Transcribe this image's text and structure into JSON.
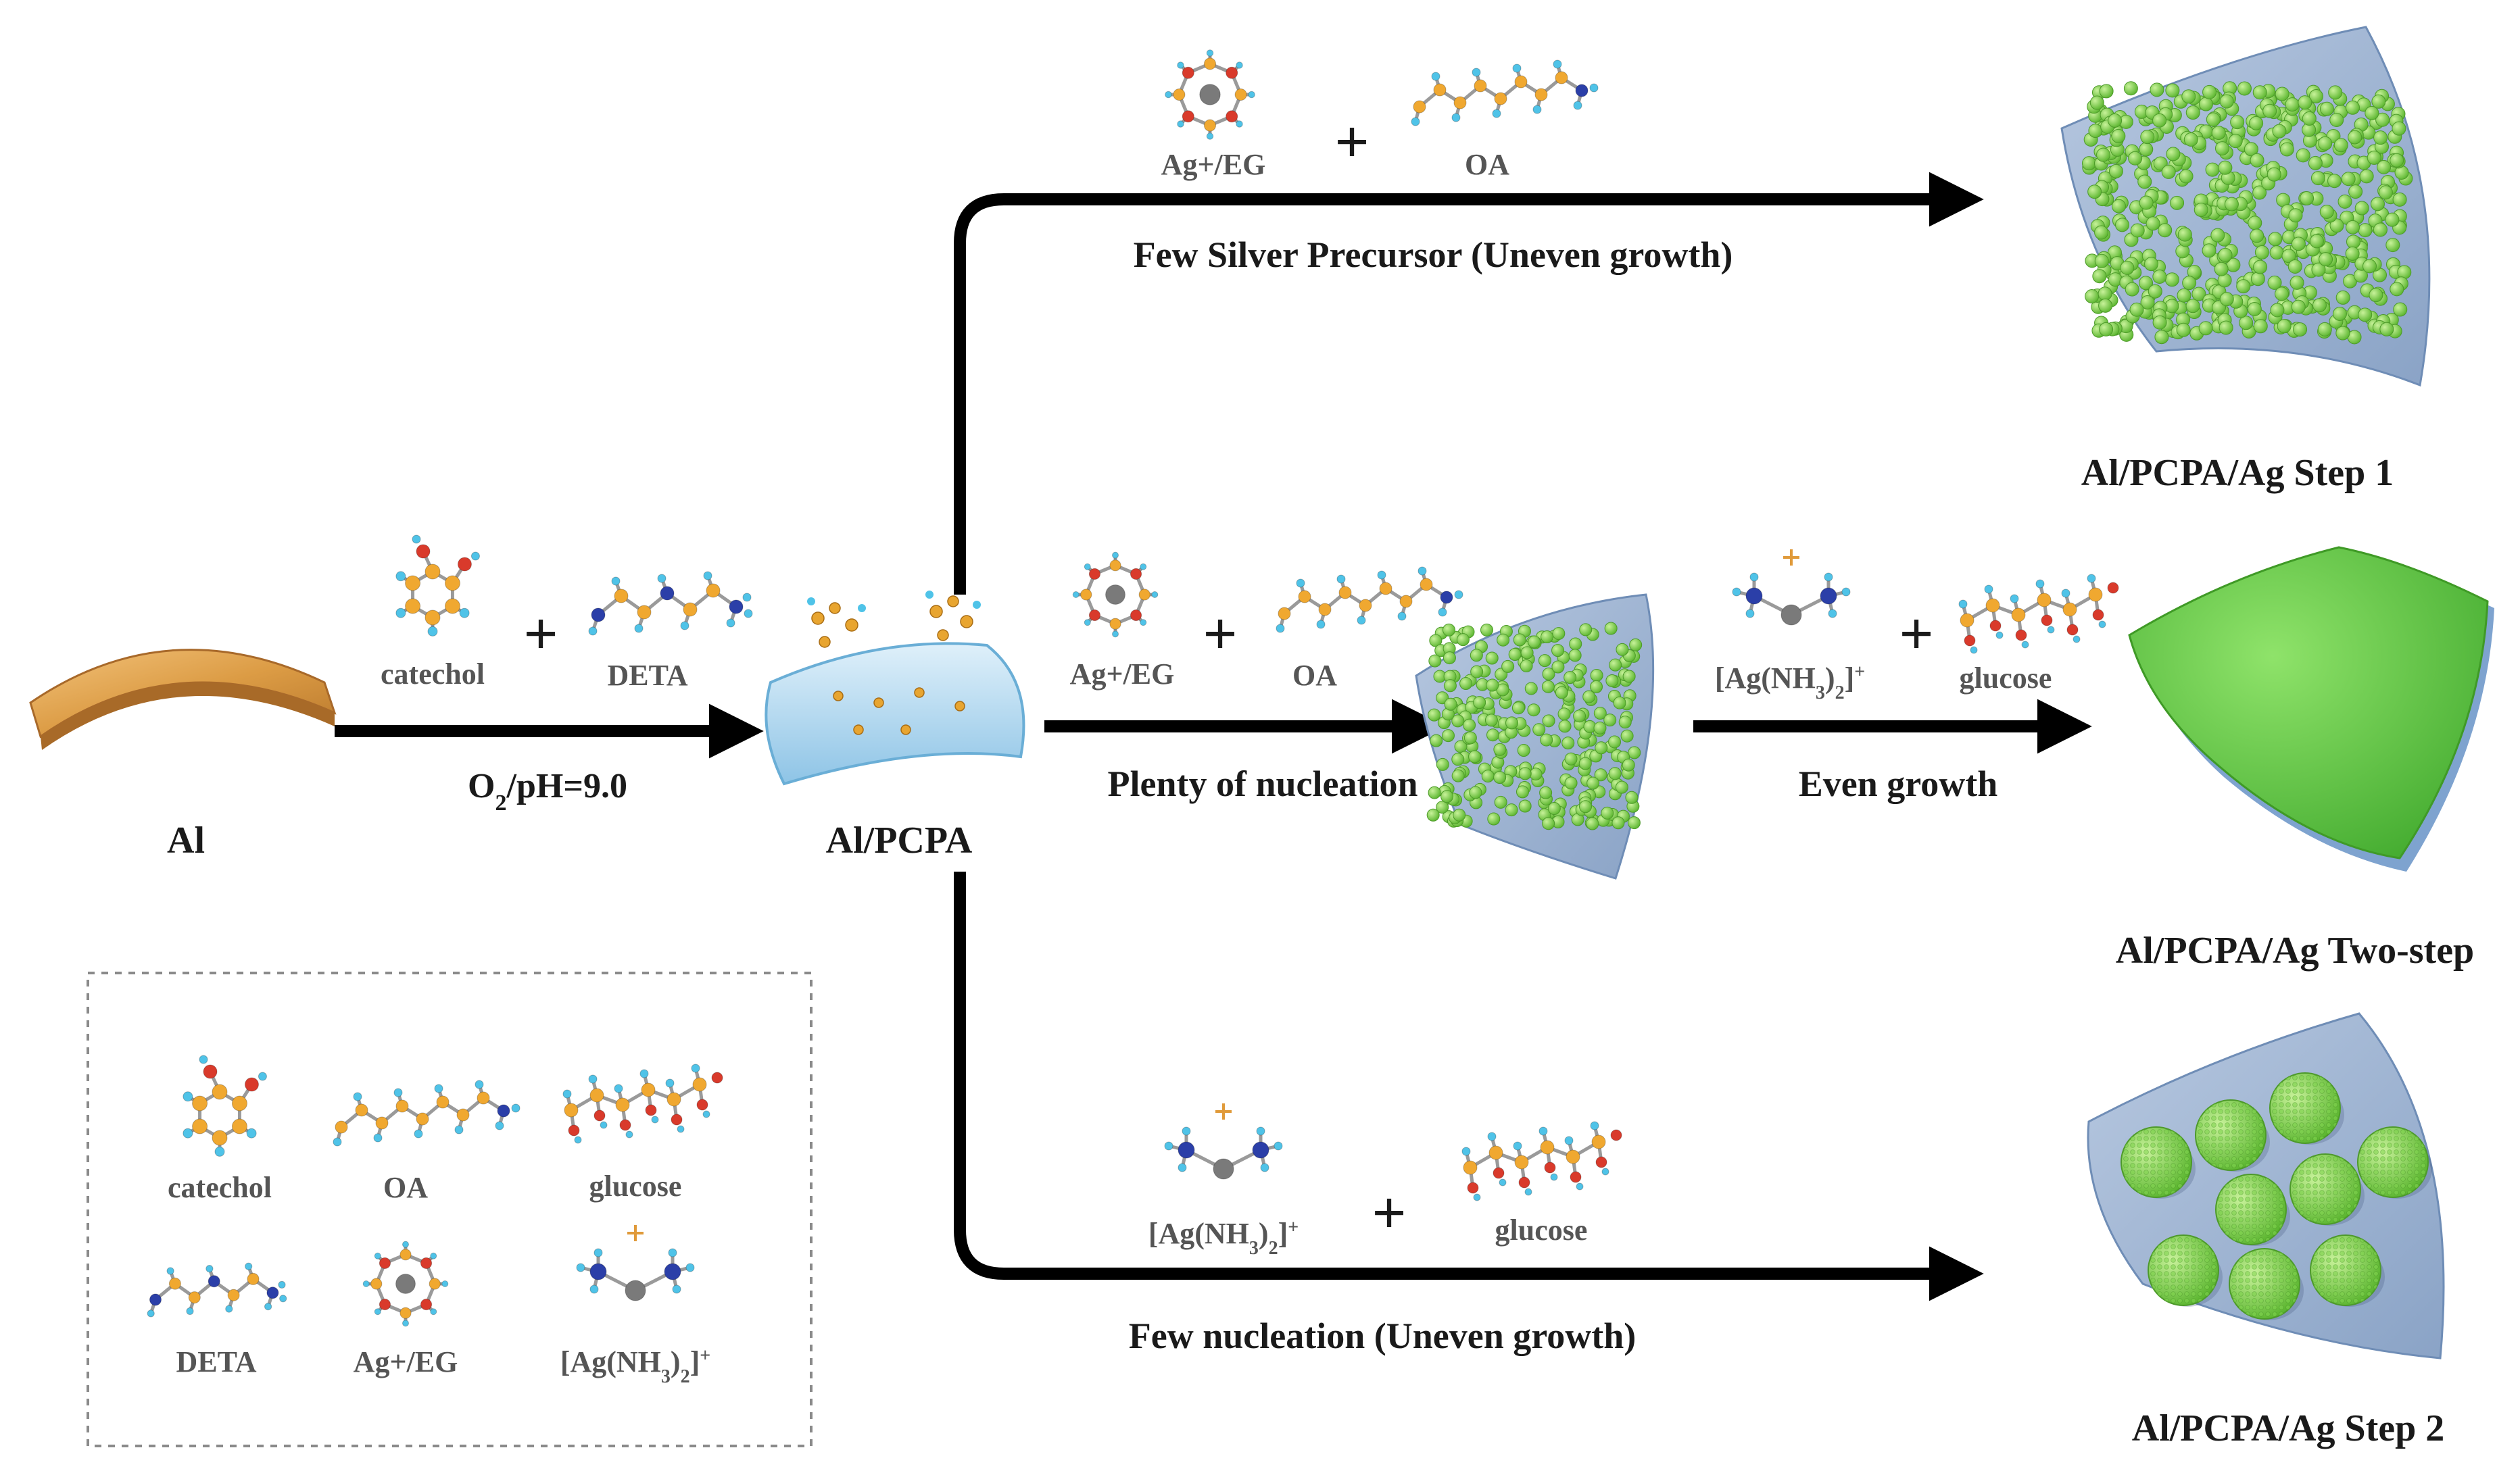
{
  "colors": {
    "arrow": "#000000",
    "aluminum": "#d99a3c",
    "pcpa_film": "#9ccbe8",
    "substrate": "#8ea9cc",
    "silver_particle": "#7fd34e",
    "silver_layer": "#5cc13f",
    "carbon": "#f0a830",
    "oxygen": "#d93a2b",
    "nitrogen": "#2b3fa8",
    "hydrogen": "#4fc3e8",
    "silver_atom": "#7a7a7a"
  },
  "icons": [
    "molecule-icon",
    "plus-icon",
    "arrow-icon",
    "surface-icon"
  ],
  "materials": {
    "al": "Al",
    "al_pcpa": "Al/PCPA",
    "step1": "Al/PCPA/Ag Step 1",
    "two_step": "Al/PCPA/Ag Two-step",
    "step2": "Al/PCPA/Ag Step 2"
  },
  "reagents": {
    "catechol": "catechol",
    "deta": "DETA",
    "ag_eg": "Ag+/EG",
    "oa": "OA",
    "glucose": "glucose",
    "ag_complex_main": "[Ag(NH",
    "ag_complex_sub": "3",
    "ag_complex_close": ")",
    "ag_complex_sub2": "2",
    "ag_complex_end": "]",
    "ag_complex_sup": "+",
    "plus": "+"
  },
  "conditions": {
    "oxygen_main": "O",
    "oxygen_sub": "2",
    "ph": "/pH=9.0"
  },
  "pathways": {
    "top": "Few Silver Precursor (Uneven growth)",
    "middle_a": "Plenty of nucleation",
    "middle_b": "Even growth",
    "bottom": "Few nucleation (Uneven growth)"
  },
  "legend": {
    "catechol": "catechol",
    "oa": "OA",
    "glucose": "glucose",
    "deta": "DETA",
    "ag_eg": "Ag+/EG"
  }
}
